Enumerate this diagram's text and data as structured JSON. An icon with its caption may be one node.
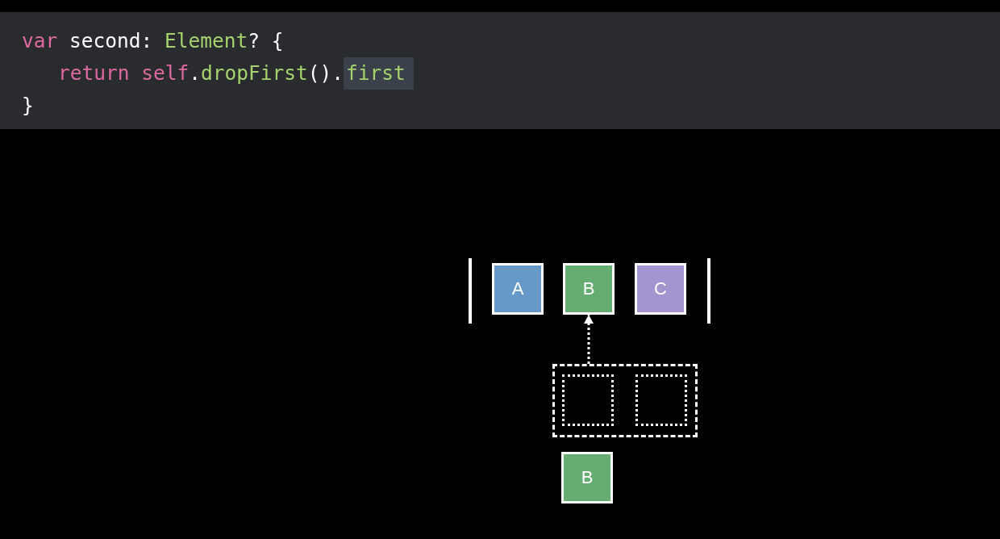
{
  "diagram": {
    "nodes": [
      {
        "text": [
          "A"
        ]
      },
      {
        "text": [
          "B"
        ]
      },
      {
        "text": [
          "C"
        ]
      },
      {
        "text": [],
        "shape": "box"
      },
      {
        "text": [],
        "shape": "box",
        "in": 3
      },
      {
        "text": [],
        "shape": "box",
        "in": 3
      },
      {
        "text": [
          "B"
        ]
      }
    ],
    "edges": [
      {
        "from": 3,
        "to": 1,
        "arrow": "to",
        "style": "dashed"
      }
    ],
    "labels": [
      "var second: Element? {",
      "return self.dropFirst().first",
      "}"
    ]
  }
}
